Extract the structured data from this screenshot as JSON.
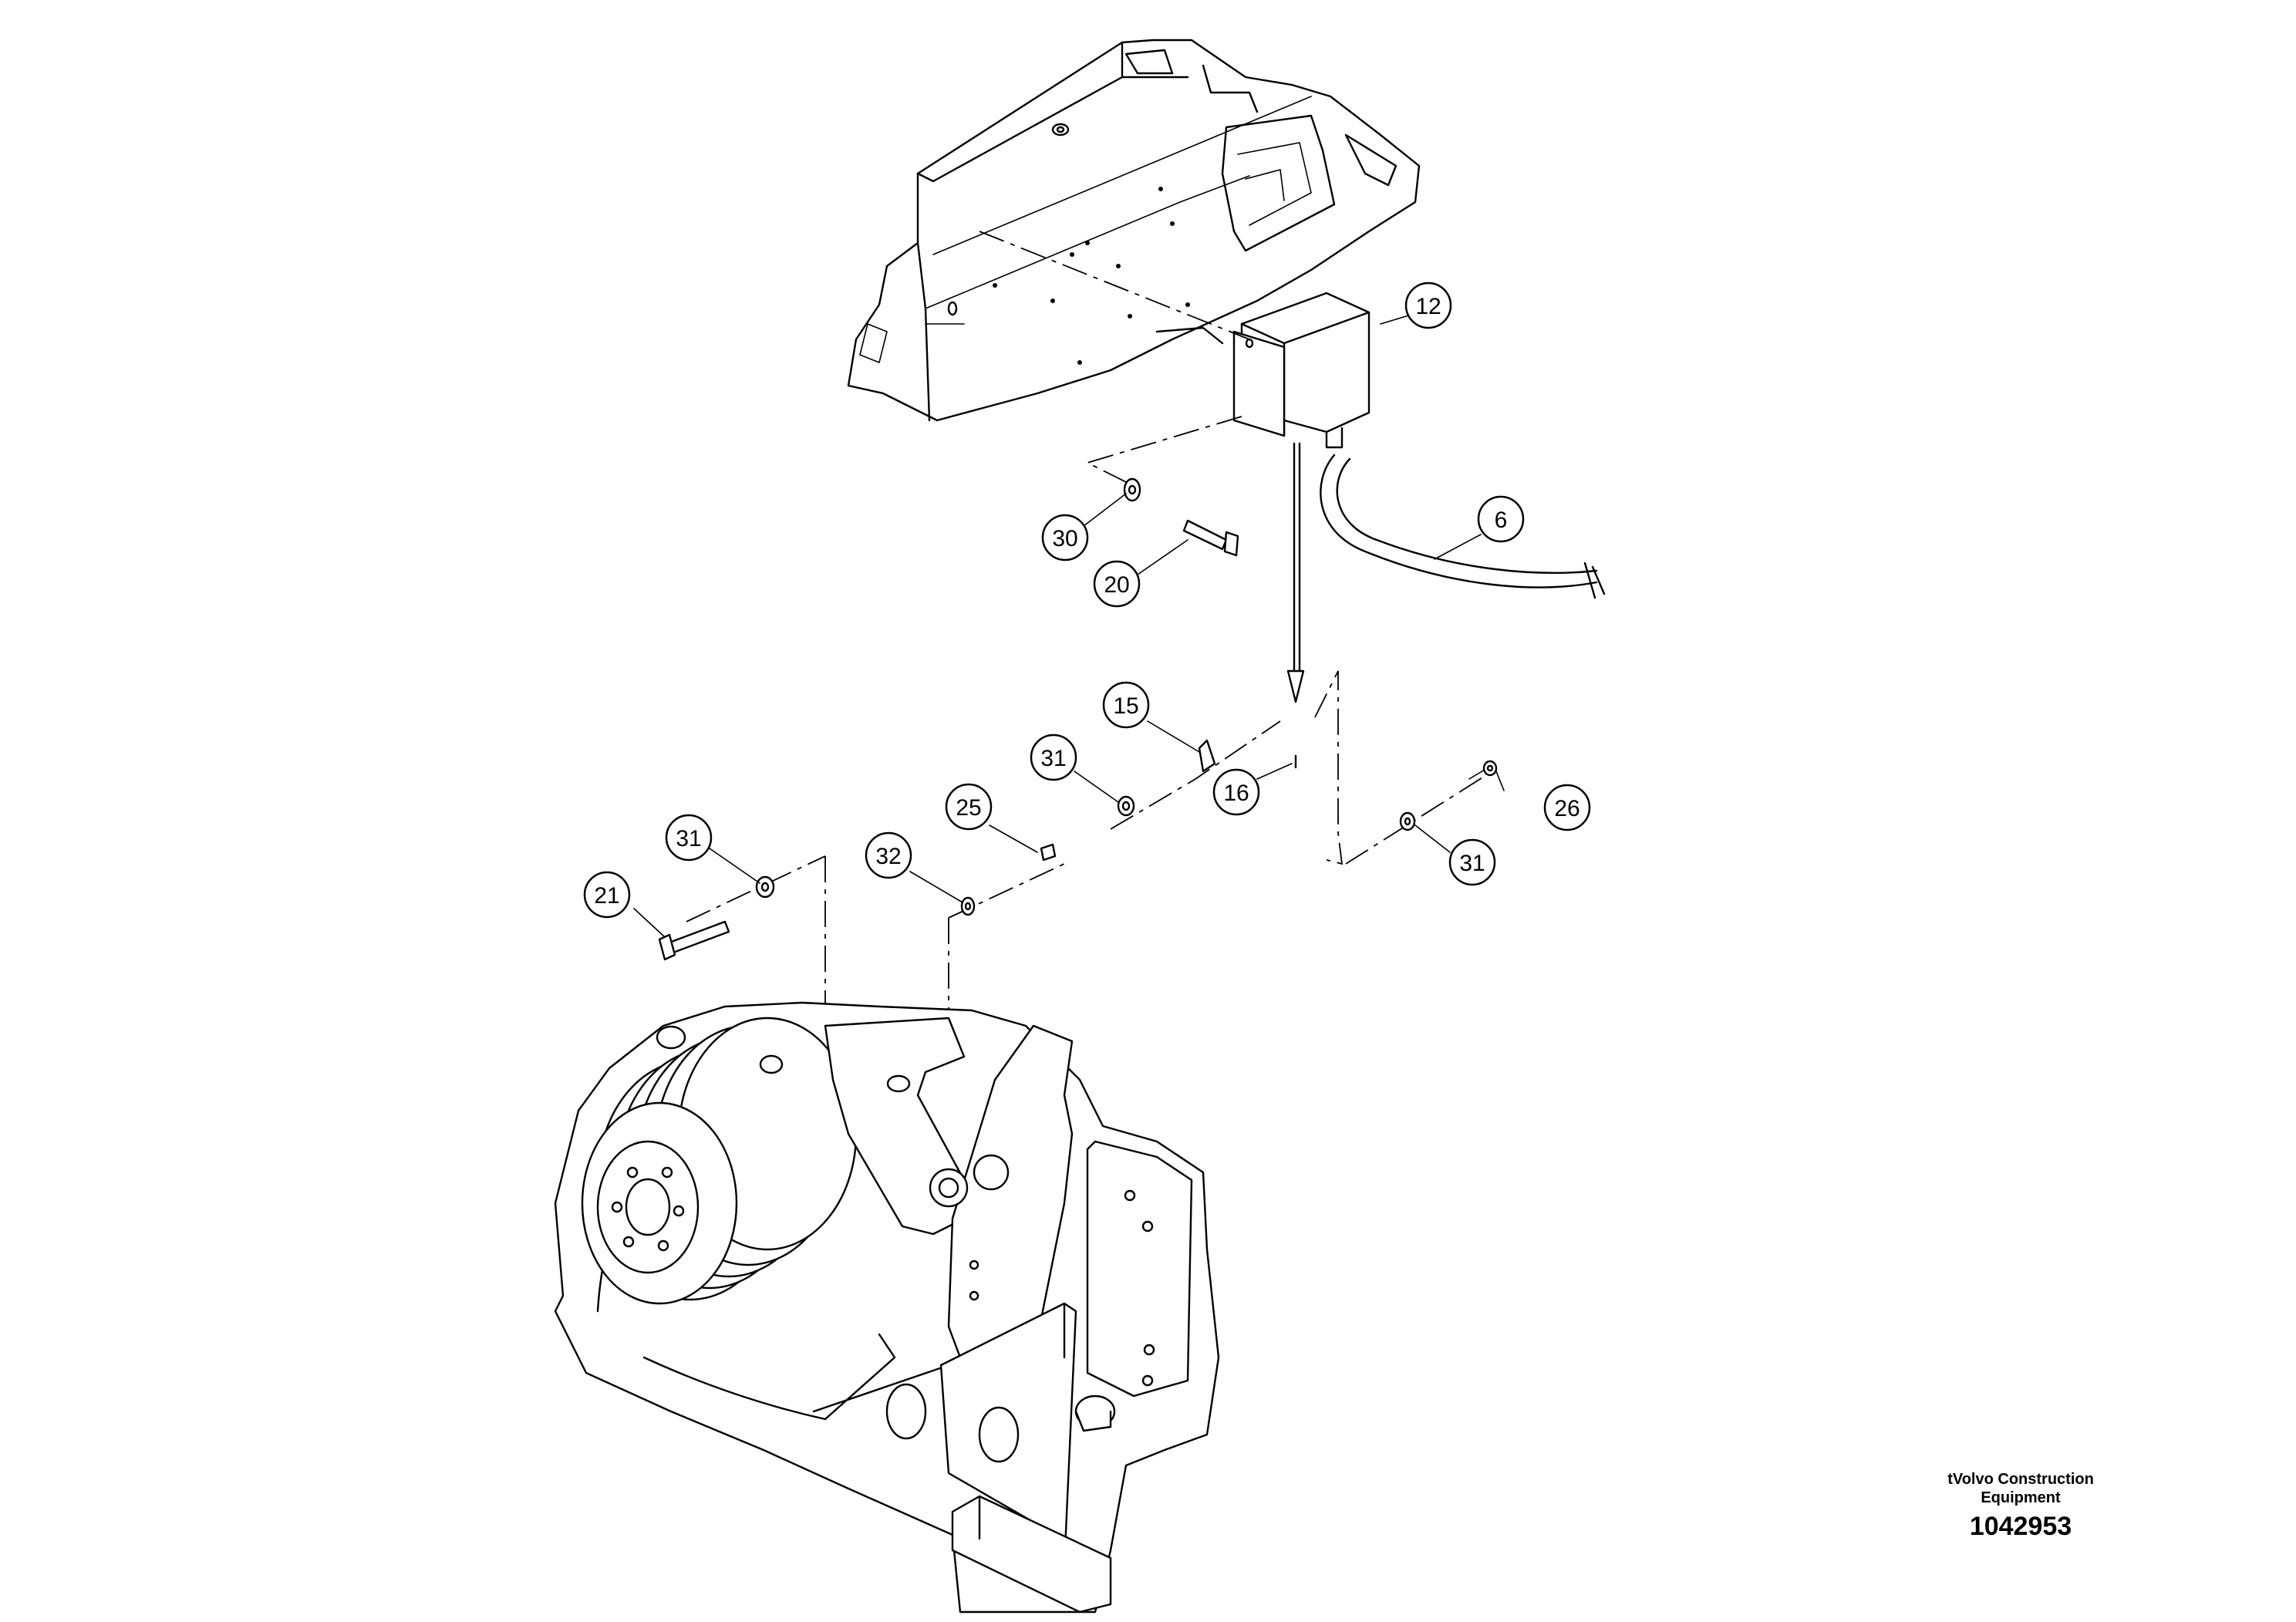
{
  "callouts": [
    {
      "id": "c12",
      "label": "12"
    },
    {
      "id": "c6",
      "label": "6"
    },
    {
      "id": "c30",
      "label": "30"
    },
    {
      "id": "c20",
      "label": "20"
    },
    {
      "id": "c15",
      "label": "15"
    },
    {
      "id": "c31a",
      "label": "31"
    },
    {
      "id": "c16",
      "label": "16"
    },
    {
      "id": "c25",
      "label": "25"
    },
    {
      "id": "c26",
      "label": "26"
    },
    {
      "id": "c32",
      "label": "32"
    },
    {
      "id": "c31b",
      "label": "31"
    },
    {
      "id": "c31c",
      "label": "31"
    },
    {
      "id": "c21",
      "label": "21"
    }
  ],
  "caption": {
    "company_line1": "tVolvo Construction",
    "company_line2": "Equipment",
    "drawing_number": "1042953"
  }
}
